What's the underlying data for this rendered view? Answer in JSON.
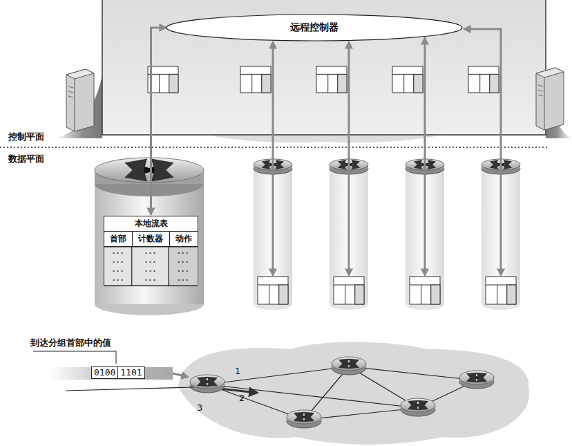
{
  "diagram": {
    "nodes": [
      {
        "text": [
          "远程控制器"
        ]
      },
      {
        "text": [
          "本地流表",
          "首部",
          "计数器",
          "动作"
        ]
      },
      {
        "text": [
          "0100",
          "1101"
        ]
      }
    ],
    "edges": [
      {
        "from": 0,
        "to": 1,
        "arrow": "both"
      }
    ],
    "labels": [
      "控制平面",
      "数据平面",
      "到达分组首部中的值",
      "1",
      "2",
      "3"
    ]
  }
}
